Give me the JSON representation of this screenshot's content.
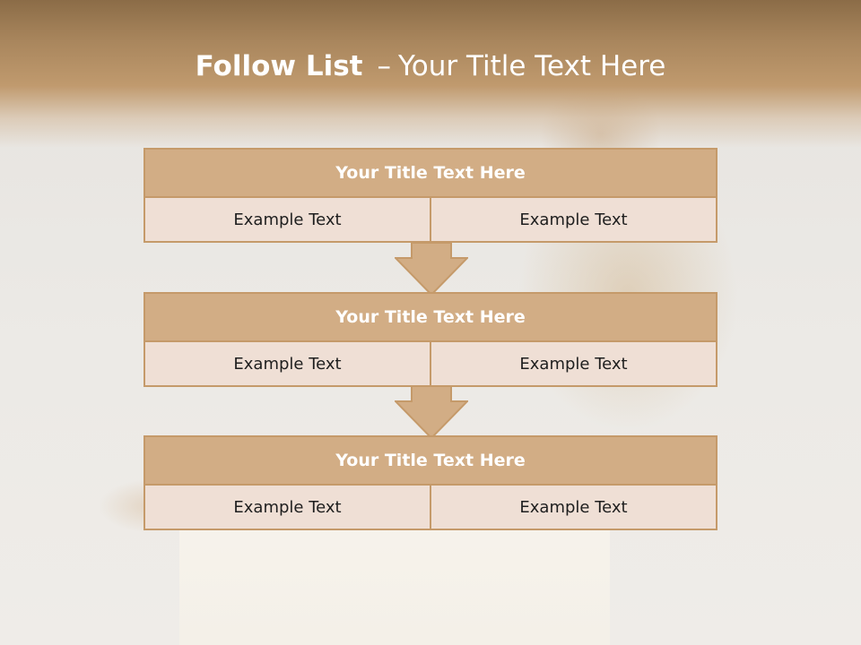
{
  "slide": {
    "title_bold": "Follow List",
    "title_dash": "–",
    "title_rest": "Your Title Text Here"
  },
  "blocks": [
    {
      "title": "Your Title Text Here",
      "left": "Example Text",
      "right": "Example Text"
    },
    {
      "title": "Your Title Text Here",
      "left": "Example Text",
      "right": "Example Text"
    },
    {
      "title": "Your Title Text Here",
      "left": "Example Text",
      "right": "Example Text"
    }
  ],
  "colors": {
    "header": "#a9865d",
    "block_title_fill": "#d2ad85",
    "block_cell_fill": "#efdfd5",
    "border": "#c59a6a"
  },
  "icons": [
    "down-arrow-icon"
  ]
}
